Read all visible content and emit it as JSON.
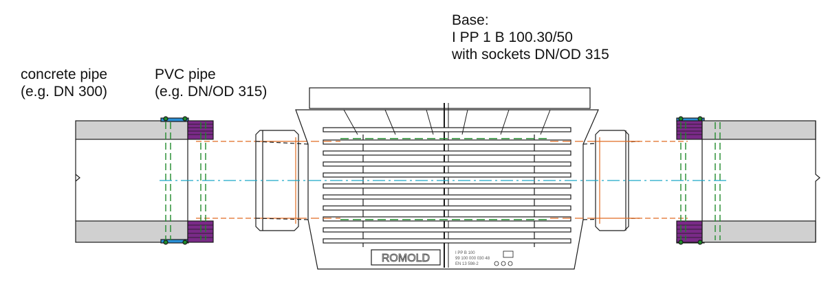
{
  "labels": {
    "concrete": {
      "line1": "concrete pipe",
      "line2": "(e.g. DN 300)"
    },
    "pvc": {
      "line1": "PVC pipe",
      "line2": "(e.g. DN/OD 315)"
    },
    "base": {
      "line1": "Base:",
      "line2": "I PP 1 B 100.30/50",
      "line3": "with sockets DN/OD 315"
    }
  },
  "plate": {
    "brand": "ROMOLD",
    "line1": "I PP B 100",
    "line2": "99 100 000 030 48",
    "line3": "EN 13 598-2"
  },
  "colors": {
    "outline": "#1a1a1a",
    "concrete_fill": "#d0d0d0",
    "seal_fill": "#7a2a88",
    "seal_accent": "#2a8fd6",
    "axis": "#1aa6c8",
    "pvc_pipe": "#e06a20",
    "hidden_line": "#1f8a2a",
    "stamp": "#555555"
  }
}
